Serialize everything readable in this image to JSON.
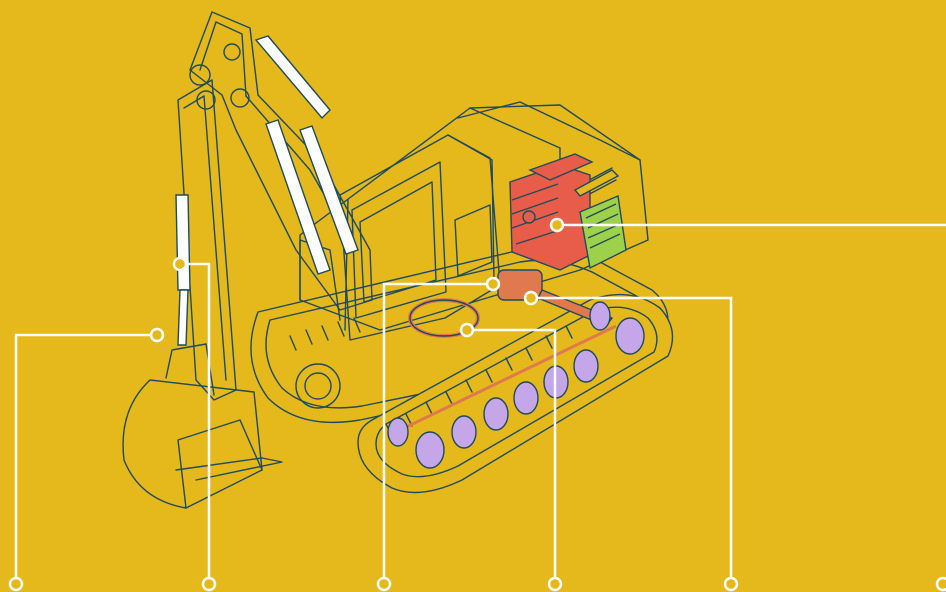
{
  "colors": {
    "background": "#E5B81C",
    "outline": "#1F4B5C",
    "leader": "#FFFFFF",
    "engine": "#E85D4A",
    "radiator": "#9ED14B",
    "drivetrain": "#E07A4E",
    "rollers": "#C5A6E8",
    "hydraulics": "#FFFFFF"
  },
  "callouts": [
    {
      "id": "bucket-link",
      "icon": "callout-dot"
    },
    {
      "id": "bucket-cylinder",
      "icon": "callout-dot"
    },
    {
      "id": "transmission",
      "icon": "callout-dot"
    },
    {
      "id": "swing-ring",
      "icon": "callout-dot"
    },
    {
      "id": "drive-shaft",
      "icon": "callout-dot"
    },
    {
      "id": "engine",
      "icon": "callout-dot"
    }
  ]
}
